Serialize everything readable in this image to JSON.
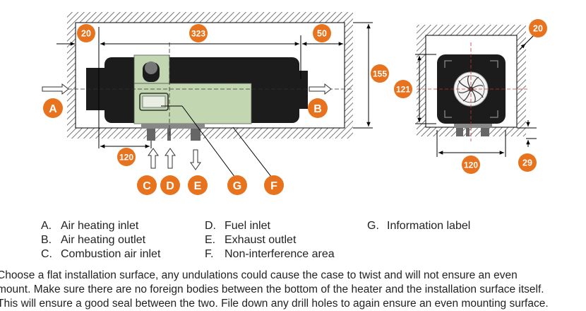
{
  "colors": {
    "badge": "#E8731E",
    "heater_body": "#1c1c1c",
    "panel": "#c3d6b2",
    "hatch": "#555555"
  },
  "dimensions": {
    "left_clearance": "20",
    "length": "323",
    "right_clearance": "50",
    "height": "155",
    "side_height": "121",
    "side_clearance": "20",
    "front_offset": "120",
    "side_width": "120",
    "side_bottom": "29"
  },
  "markers": {
    "a": "A",
    "b": "B",
    "c": "C",
    "d": "D",
    "e": "E",
    "f": "F",
    "g": "G"
  },
  "legend": [
    {
      "key": "A.",
      "label": "Air heating inlet"
    },
    {
      "key": "B.",
      "label": "Air heating outlet"
    },
    {
      "key": "C.",
      "label": "Combustion air inlet"
    },
    {
      "key": "D.",
      "label": "Fuel inlet"
    },
    {
      "key": "E.",
      "label": "Exhaust outlet"
    },
    {
      "key": "F.",
      "label": "Non-interference area"
    },
    {
      "key": "G.",
      "label": "Information label"
    }
  ],
  "paragraph": [
    "Choose a flat installation surface, any undulations could cause the case to twist and will not ensure an even",
    "mount. Make sure there are no foreign bodies between the bottom of the heater and the installation surface itself.",
    "This will ensure a good seal between the two. File down any drill holes to again ensure an even mounting surface."
  ]
}
